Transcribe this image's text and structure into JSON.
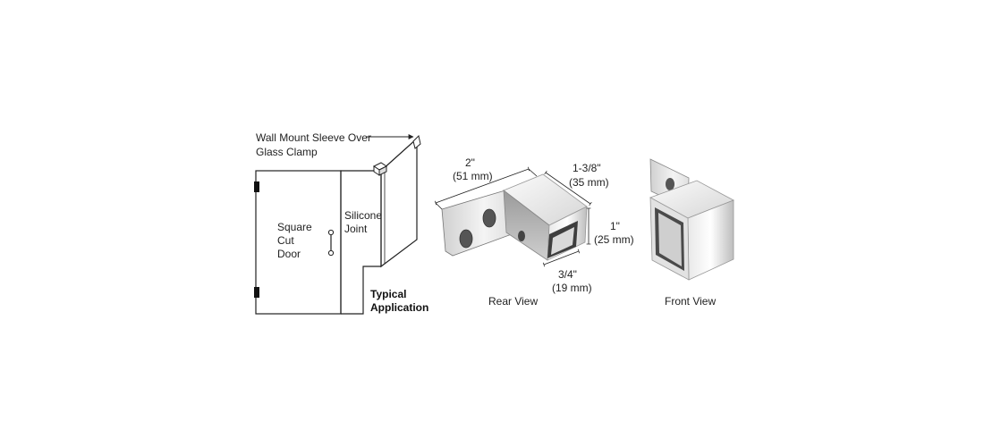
{
  "application": {
    "callout_line1": "Wall Mount Sleeve Over",
    "callout_line2": "Glass Clamp",
    "door_line1": "Square",
    "door_line2": "Cut",
    "door_line3": "Door",
    "joint_line1": "Silicone",
    "joint_line2": "Joint",
    "caption_line1": "Typical",
    "caption_line2": "Application"
  },
  "rear_view": {
    "caption": "Rear View",
    "dim_length": "2\"",
    "dim_length_mm": "(51 mm)",
    "dim_depth": "1-3/8\"",
    "dim_depth_mm": "(35 mm)",
    "dim_height": "1\"",
    "dim_height_mm": "(25 mm)",
    "dim_opening": "3/4\"",
    "dim_opening_mm": "(19 mm)"
  },
  "front_view": {
    "caption": "Front View"
  },
  "colors": {
    "line": "#222222",
    "metal_light": "#f2f2f2",
    "metal_mid": "#c9c9c9",
    "metal_dark": "#8a8a8a"
  }
}
